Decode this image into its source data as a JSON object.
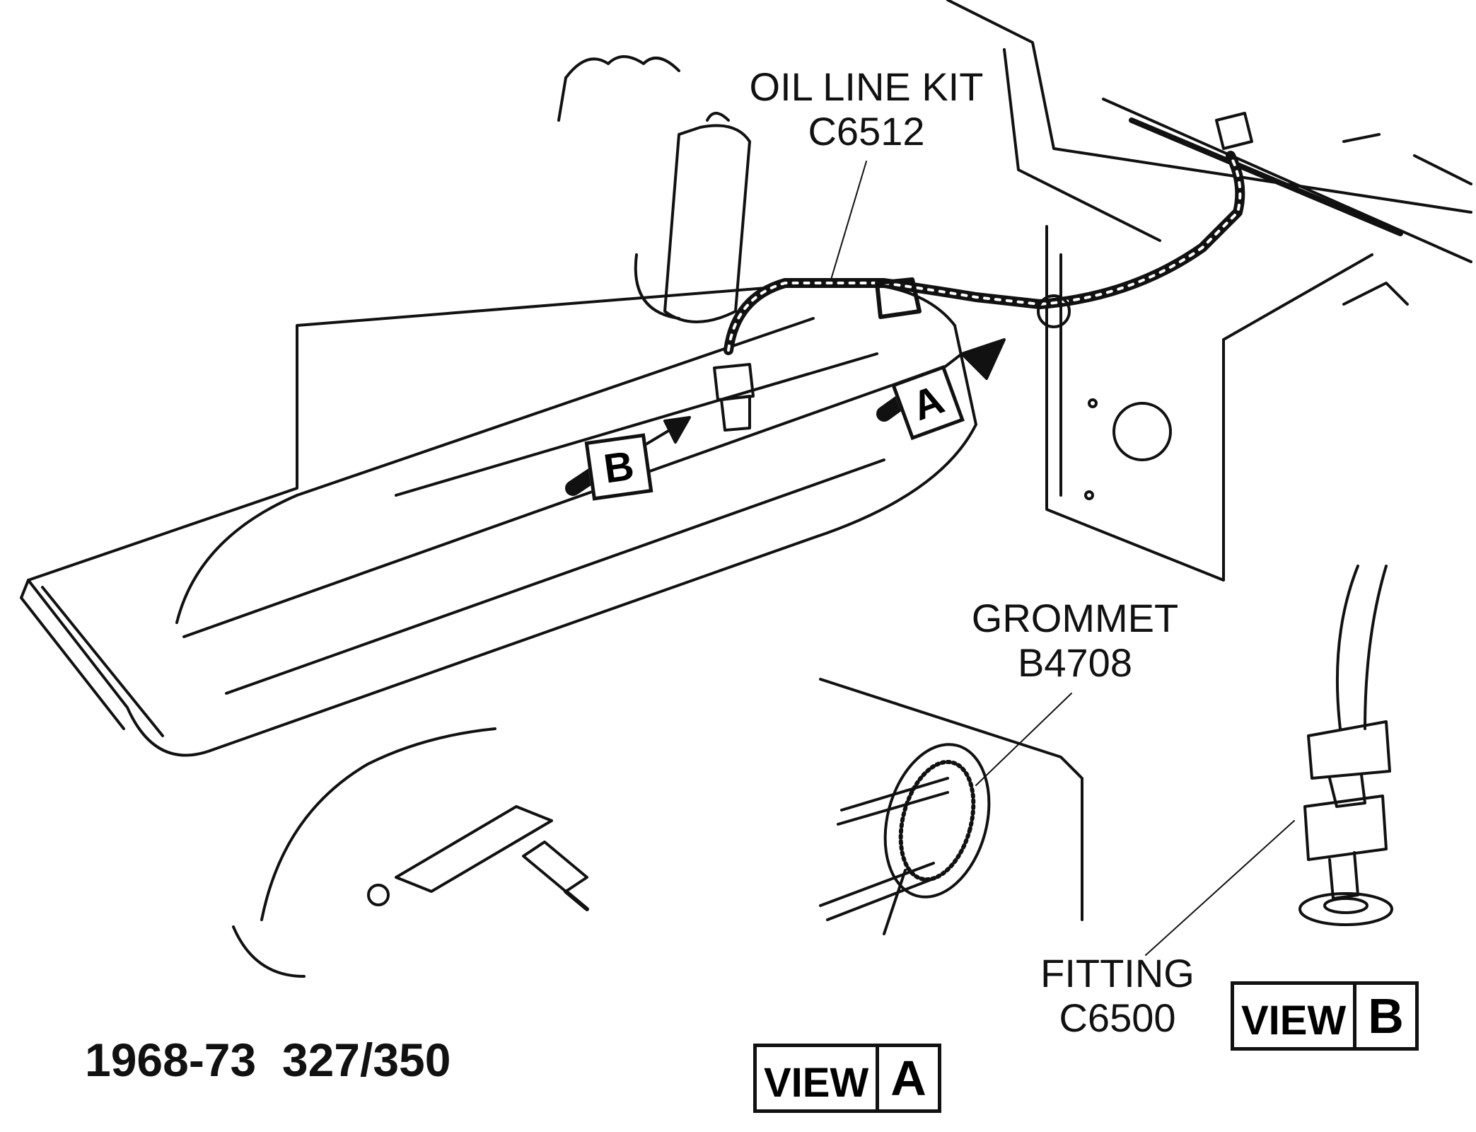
{
  "callouts": {
    "oil_line_kit": {
      "name": "OIL LINE KIT",
      "part": "C6512"
    },
    "grommet": {
      "name": "GROMMET",
      "part": "B4708"
    },
    "fitting": {
      "name": "FITTING",
      "part": "C6500"
    }
  },
  "view_markers": {
    "a": "A",
    "b": "B"
  },
  "detail_views": {
    "a": {
      "word": "VIEW",
      "letter": "A"
    },
    "b": {
      "word": "VIEW",
      "letter": "B"
    }
  },
  "application": "1968-73  327/350",
  "colors": {
    "ink": "#111111",
    "paper": "#ffffff"
  }
}
